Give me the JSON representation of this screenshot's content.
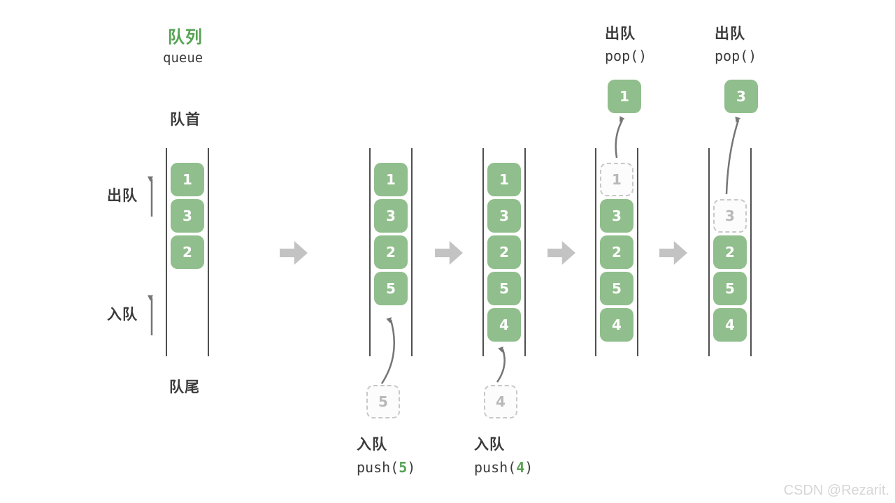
{
  "title": {
    "zh": "队列",
    "en": "queue"
  },
  "labels": {
    "front": "队首",
    "rear": "队尾",
    "dequeue": "出队",
    "enqueue": "入队"
  },
  "colors": {
    "item_green": "#90be8c",
    "accent_green": "#56a253",
    "text_dark": "#3b3b3b",
    "block_arrow_gray": "#c3c3c3",
    "thin_arrow_gray": "#757575",
    "dashed_gray": "#c9c9c9",
    "watermark_gray": "#d6d6d6"
  },
  "columns": [
    {
      "items": [
        {
          "value": "1",
          "state": "solid"
        },
        {
          "value": "3",
          "state": "solid"
        },
        {
          "value": "2",
          "state": "solid"
        }
      ]
    },
    {
      "items": [
        {
          "value": "1",
          "state": "solid"
        },
        {
          "value": "3",
          "state": "solid"
        },
        {
          "value": "2",
          "state": "solid"
        },
        {
          "value": "5",
          "state": "solid"
        }
      ]
    },
    {
      "items": [
        {
          "value": "1",
          "state": "solid"
        },
        {
          "value": "3",
          "state": "solid"
        },
        {
          "value": "2",
          "state": "solid"
        },
        {
          "value": "5",
          "state": "solid"
        },
        {
          "value": "4",
          "state": "solid"
        }
      ]
    },
    {
      "items": [
        {
          "value": "1",
          "state": "dashed"
        },
        {
          "value": "3",
          "state": "solid"
        },
        {
          "value": "2",
          "state": "solid"
        },
        {
          "value": "5",
          "state": "solid"
        },
        {
          "value": "4",
          "state": "solid"
        }
      ]
    },
    {
      "items": [
        {
          "value": "3",
          "state": "dashed"
        },
        {
          "value": "2",
          "state": "solid"
        },
        {
          "value": "5",
          "state": "solid"
        },
        {
          "value": "4",
          "state": "solid"
        }
      ]
    }
  ],
  "operations": {
    "push5": {
      "label": "入队",
      "code_prefix": "push(",
      "code_arg": "5",
      "code_suffix": ")",
      "staged_value": "5"
    },
    "push4": {
      "label": "入队",
      "code_prefix": "push(",
      "code_arg": "4",
      "code_suffix": ")",
      "staged_value": "4"
    },
    "pop1": {
      "label": "出队",
      "code": "pop()",
      "popped_value": "1"
    },
    "pop3": {
      "label": "出队",
      "code": "pop()",
      "popped_value": "3"
    }
  },
  "watermark": "CSDN @Rezarit."
}
